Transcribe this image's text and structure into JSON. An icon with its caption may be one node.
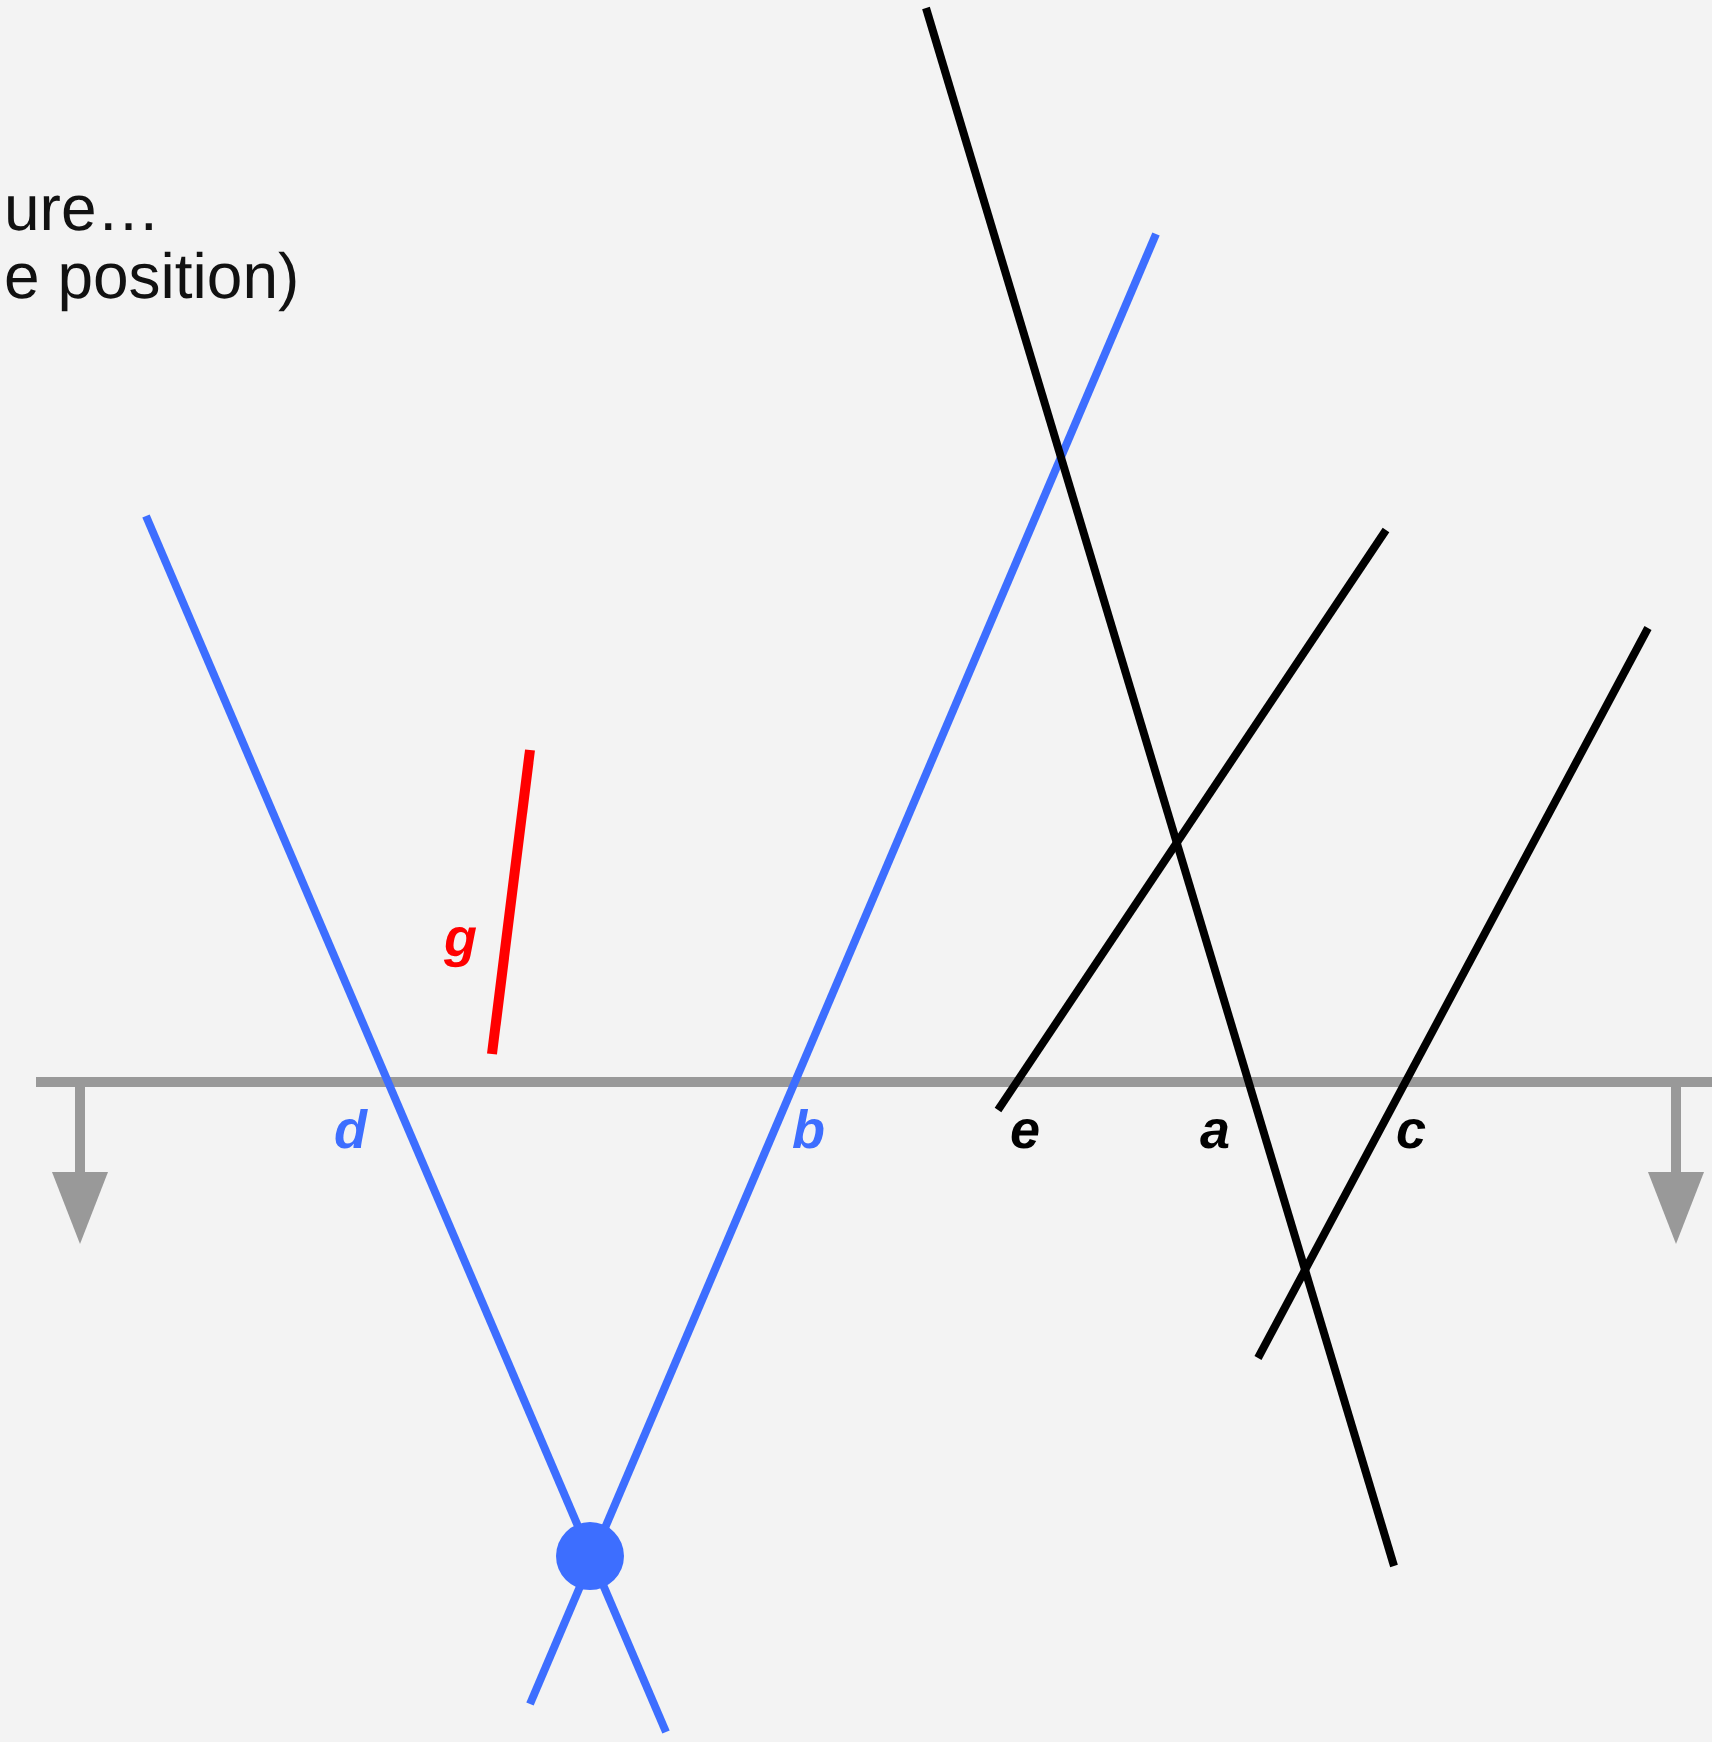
{
  "diagram": {
    "labels": [
      "ure…",
      "e position)",
      "g",
      "d",
      "b",
      "e",
      "a",
      "c"
    ]
  }
}
